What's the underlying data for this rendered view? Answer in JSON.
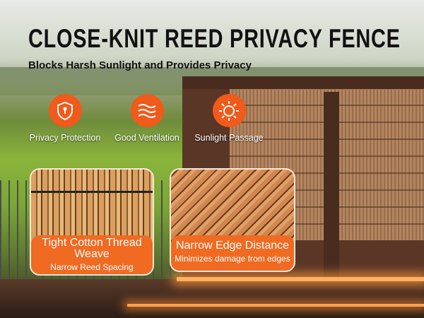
{
  "title": "CLOSE-KNIT REED PRIVACY FENCE",
  "subtitle": "Blocks Harsh Sunlight and Provides Privacy",
  "features": [
    {
      "label": "Privacy Protection",
      "icon": "shield-lock-icon"
    },
    {
      "label": "Good Ventilation",
      "icon": "wind-waves-icon"
    },
    {
      "label": "Sunlight Passage",
      "icon": "sun-icon"
    }
  ],
  "panels": [
    {
      "title": "Tight Cotton Thread Weave",
      "caption": "Narrow Reed Spacing"
    },
    {
      "title": "Narrow Edge Distance",
      "caption": "Minimizes damage from edges"
    }
  ],
  "colors": {
    "accent": "#f05a1a"
  }
}
